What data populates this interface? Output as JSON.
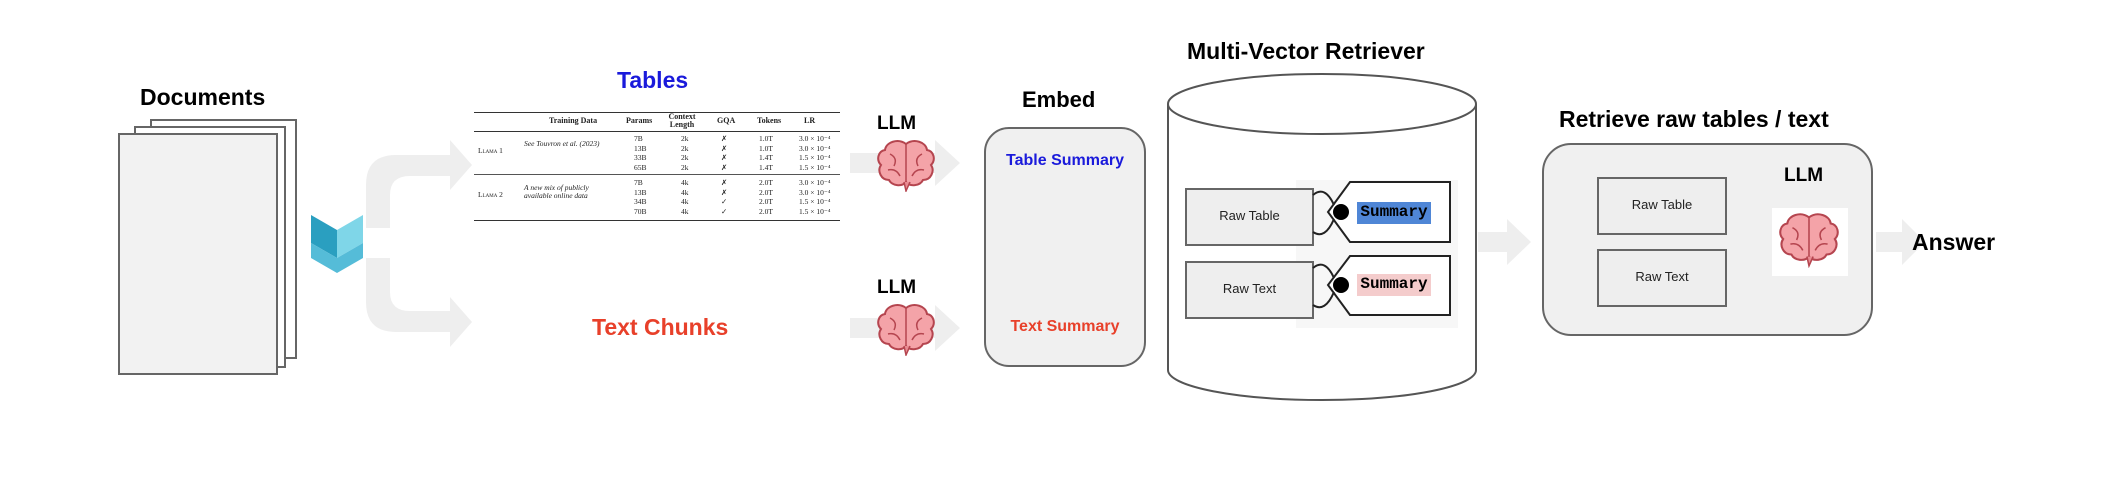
{
  "labels": {
    "documents": "Documents",
    "tables": "Tables",
    "text_chunks": "Text Chunks",
    "llm_top": "LLM",
    "llm_bottom": "LLM",
    "embed": "Embed",
    "table_summary": "Table Summary",
    "text_summary": "Text Summary",
    "retriever": "Multi-Vector Retriever",
    "raw_table": "Raw Table",
    "raw_text": "Raw Text",
    "summary_1": "Summary",
    "summary_2": "Summary",
    "retrieve": "Retrieve raw tables / text",
    "retrieve_raw_table": "Raw Table",
    "retrieve_raw_text": "Raw Text",
    "retrieve_llm": "LLM",
    "answer": "Answer"
  },
  "paper_table": {
    "headers": [
      "Training Data",
      "Params",
      "Context Length",
      "GQA",
      "Tokens",
      "LR"
    ],
    "groups": [
      {
        "model": "Llama 1",
        "data": "See Touvron et al. (2023)",
        "rows": [
          [
            "7B",
            "2k",
            "✗",
            "1.0T",
            "3.0 × 10⁻⁴"
          ],
          [
            "13B",
            "2k",
            "✗",
            "1.0T",
            "3.0 × 10⁻⁴"
          ],
          [
            "33B",
            "2k",
            "✗",
            "1.4T",
            "1.5 × 10⁻⁴"
          ],
          [
            "65B",
            "2k",
            "✗",
            "1.4T",
            "1.5 × 10⁻⁴"
          ]
        ]
      },
      {
        "model": "Llama 2",
        "data": "A new mix of publicly available online data",
        "rows": [
          [
            "7B",
            "4k",
            "✗",
            "2.0T",
            "3.0 × 10⁻⁴"
          ],
          [
            "13B",
            "4k",
            "✗",
            "2.0T",
            "3.0 × 10⁻⁴"
          ],
          [
            "34B",
            "4k",
            "✓",
            "2.0T",
            "1.5 × 10⁻⁴"
          ],
          [
            "70B",
            "4k",
            "✓",
            "2.0T",
            "1.5 × 10⁻⁴"
          ]
        ]
      }
    ]
  },
  "colors": {
    "tables_label": "#1a1adb",
    "text_label": "#e8402a",
    "arrow": "#eeeeee",
    "box_fill": "#f0f0f0",
    "summary_highlight_1": "#4f86d6",
    "summary_highlight_2": "#f4cccc",
    "logo_light": "#7fd6e8",
    "logo_dark": "#2a9fc0",
    "brain": "#f4a3a8"
  },
  "icons": [
    "document-stack-icon",
    "unstructured-logo-icon",
    "brain-icon",
    "cylinder-icon",
    "tag-icon",
    "arrow-icon"
  ]
}
